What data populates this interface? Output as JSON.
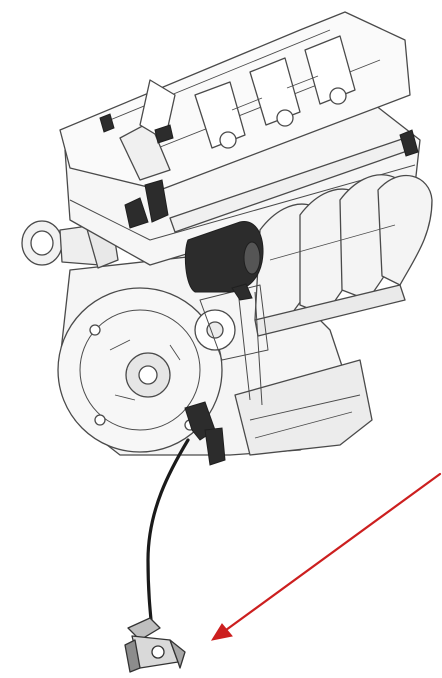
{
  "colors": {
    "background": "#ffffff",
    "line_art": "#4a4a4a",
    "light_fill": "#f3f3f3",
    "mid_fill": "#e4e4e4",
    "dark_part": "#2c2c2c",
    "arrow": "#cc1f1f"
  },
  "illustration": {
    "subject": "engine-assembly-line-drawing",
    "highlighted_part": "sensor-with-cable",
    "pointer": "red-arrow"
  }
}
